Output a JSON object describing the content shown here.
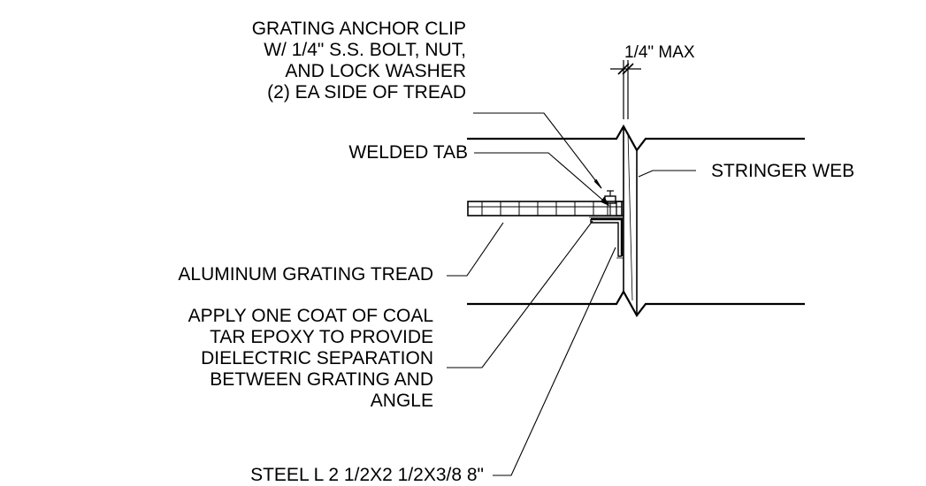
{
  "labels": {
    "anchor_clip": [
      "GRATING ANCHOR CLIP",
      "W/ 1/4\" S.S. BOLT, NUT,",
      "AND LOCK WASHER",
      "(2) EA SIDE OF TREAD"
    ],
    "welded_tab": "WELDED TAB",
    "stringer_web": "STRINGER WEB",
    "grating_tread": "ALUMINUM GRATING TREAD",
    "epoxy_note": [
      "APPLY ONE COAT OF COAL",
      "TAR EPOXY TO PROVIDE",
      "DIELECTRIC SEPARATION",
      "BETWEEN GRATING AND",
      "ANGLE"
    ],
    "steel_angle": "STEEL L 2 1/2X2 1/2X3/8 8\"",
    "dimension": "1/4\" MAX"
  },
  "colors": {
    "ink": "#000000",
    "background": "#ffffff"
  }
}
